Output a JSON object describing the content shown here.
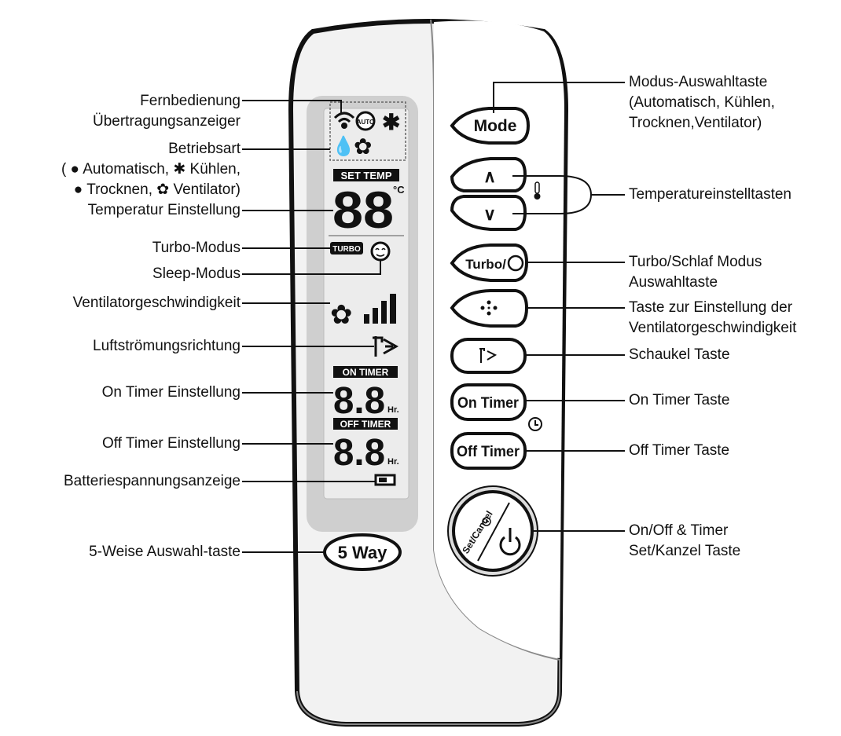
{
  "labels_left": {
    "remote_indicator": [
      "Fernbedienung",
      "Übertragungsanzeiger"
    ],
    "mode": [
      "Betriebsart",
      "( ● Automatisch, ✱ Kühlen,",
      "● Trocknen, ✿ Ventilator)"
    ],
    "temp_setting": "Temperatur Einstellung",
    "turbo_mode": "Turbo-Modus",
    "sleep_mode": "Sleep-Modus",
    "fan_speed": "Ventilatorgeschwindigkeit",
    "airflow": "Luftströmungsrichtung",
    "on_timer_setting": "On Timer Einstellung",
    "off_timer_setting": "Off Timer Einstellung",
    "battery": "Batteriespannungsanzeige",
    "five_way": "5-Weise Auswahl-taste"
  },
  "labels_right": {
    "mode_button": [
      "Modus-Auswahltaste",
      "(Automatisch, Kühlen,",
      "Trocknen,Ventilator)"
    ],
    "temp_buttons": "Temperatureinstelltasten",
    "turbo_sleep": [
      "Turbo/Schlaf Modus",
      "Auswahltaste"
    ],
    "fan_button": [
      "Taste zur Einstellung der",
      "Ventilatorgeschwindigkeit"
    ],
    "swing": "Schaukel Taste",
    "on_timer": "On Timer Taste",
    "off_timer": "Off Timer Taste",
    "power": [
      "On/Off & Timer",
      "Set/Kanzel Taste"
    ]
  },
  "buttons": {
    "mode": "Mode",
    "up": "∧",
    "down": "∨",
    "turbo": "Turbo/",
    "on_timer": "On Timer",
    "off_timer": "Off Timer",
    "five_way": "5 Way",
    "set_cancel": "Set/Cancel"
  },
  "lcd": {
    "set_temp": "SET TEMP",
    "temp_digits": "88",
    "celsius": "°C",
    "turbo": "TURBO",
    "on_timer": "ON TIMER",
    "off_timer": "OFF TIMER",
    "timer_digits": "8.8",
    "hours": "Hr.",
    "auto": "AUTO"
  }
}
